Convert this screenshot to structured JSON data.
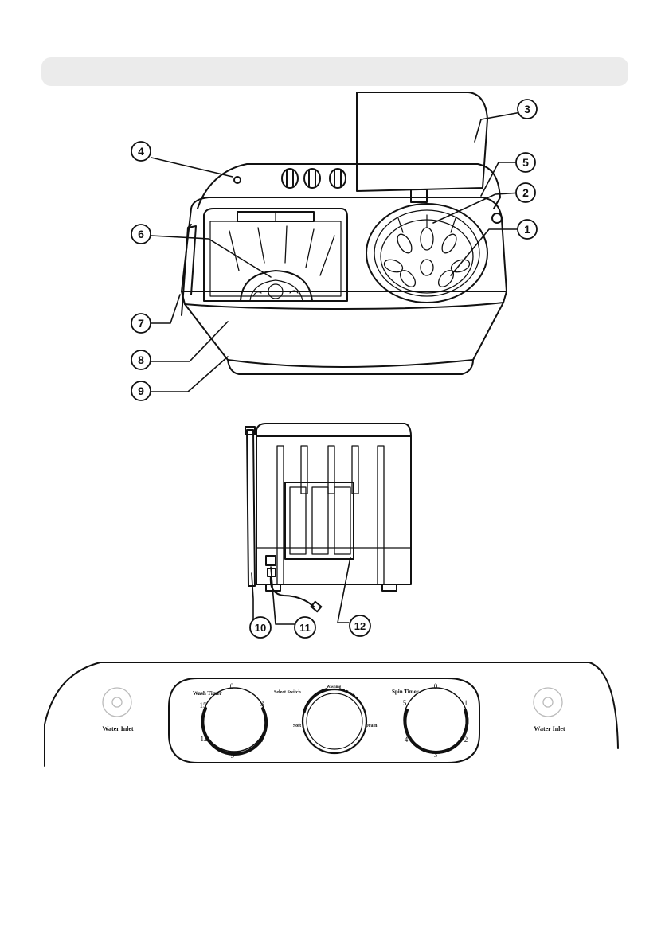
{
  "callouts": {
    "c1": "1",
    "c2": "2",
    "c3": "3",
    "c4": "4",
    "c5": "5",
    "c6": "6",
    "c7": "7",
    "c8": "8",
    "c9": "9",
    "c10": "10",
    "c11": "11",
    "c12": "12"
  },
  "panel": {
    "water_inlet_left": "Water Inlet",
    "water_inlet_right": "Water Inlet",
    "wash_timer": {
      "label": "Wash Timer",
      "marks": {
        "m0": "0",
        "m3": "3",
        "m6": "6",
        "m9": "9",
        "m12": "12",
        "m15": "15"
      }
    },
    "select_switch": {
      "label": "Select Switch",
      "top": "Washing",
      "left": "Soft",
      "right": "Drain"
    },
    "spin_timer": {
      "label": "Spin Timer",
      "marks": {
        "m0": "0",
        "m1": "1",
        "m2": "2",
        "m3": "3",
        "m4": "4",
        "m5": "5"
      }
    }
  },
  "colors": {
    "line": "#111111",
    "header_bar": "#ebebeb",
    "background": "#ffffff"
  }
}
